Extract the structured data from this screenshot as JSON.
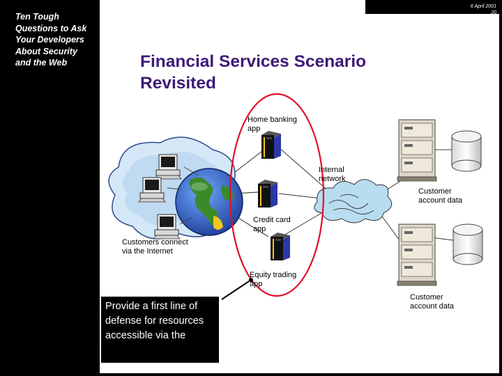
{
  "sidebar": {
    "title": "Ten Tough Questions to Ask Your Developers About Security and the Web"
  },
  "header": {
    "date": "6 April 2001\n20"
  },
  "slide": {
    "title": "Financial Services Scenario Revisited"
  },
  "labels": {
    "home_banking": "Home banking\napp",
    "internal_network": "Internal\nnetwork",
    "customer_data_1": "Customer\naccount data",
    "credit_card": "Credit card\napp",
    "customers_connect": "Customers connect\nvia the Internet",
    "equity_trading": "Equity trading\napp",
    "customer_data_2": "Customer\naccount data"
  },
  "callout": {
    "text": "Provide a first line of defense for resources accessible via the"
  },
  "colors": {
    "title": "#3d1a78",
    "highlight_ellipse": "#e0102a",
    "globe_ocean": "#1f4fb8",
    "globe_land": "#3a8a2a",
    "cloud": "#b8dcf0",
    "server": "#1a1a1a",
    "server_accent": "#f3c61a",
    "server_panel": "#2a38a8"
  }
}
